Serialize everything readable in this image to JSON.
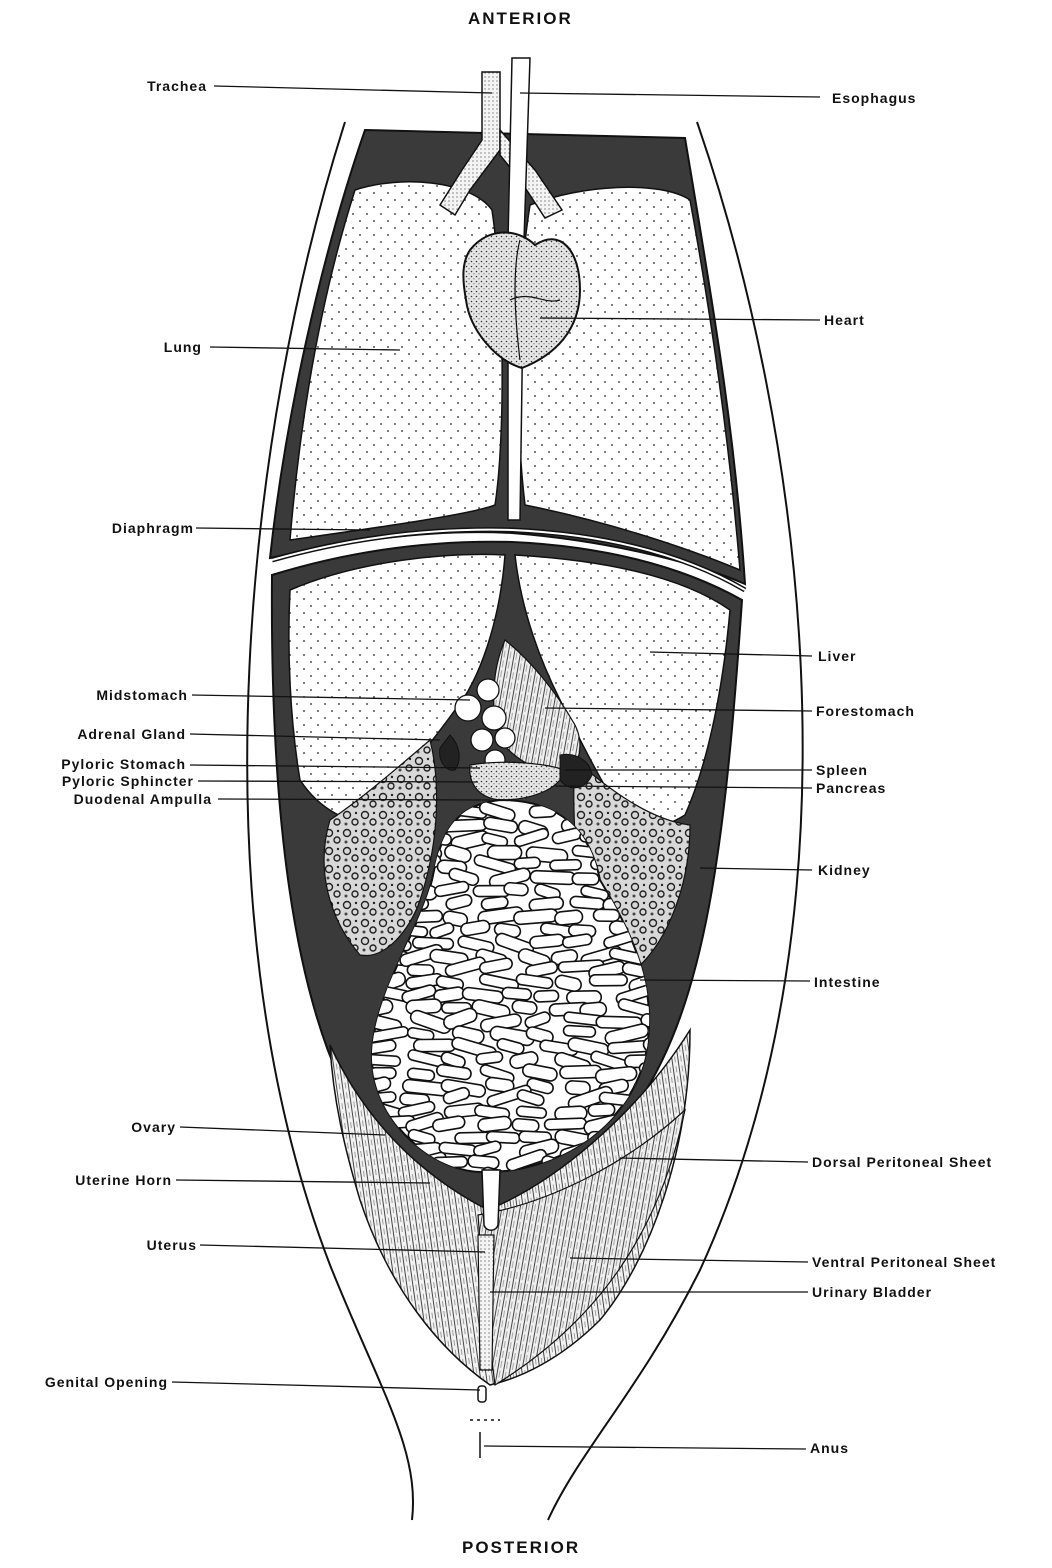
{
  "orientation": {
    "top": "ANTERIOR",
    "bottom": "POSTERIOR"
  },
  "labels_left": {
    "trachea": "Trachea",
    "lung": "Lung",
    "diaphragm": "Diaphragm",
    "midstomach": "Midstomach",
    "adrenal_gland": "Adrenal Gland",
    "pyloric_stomach": "Pyloric Stomach",
    "pyloric_sphincter": "Pyloric Sphincter",
    "duodenal_ampulla": "Duodenal Ampulla",
    "ovary": "Ovary",
    "uterine_horn": "Uterine Horn",
    "uterus": "Uterus",
    "genital_opening": "Genital Opening"
  },
  "labels_right": {
    "esophagus": "Esophagus",
    "heart": "Heart",
    "liver": "Liver",
    "forestomach": "Forestomach",
    "spleen": "Spleen",
    "pancreas": "Pancreas",
    "kidney": "Kidney",
    "intestine": "Intestine",
    "dorsal_peritoneal_sheet": "Dorsal Peritoneal Sheet",
    "ventral_peritoneal_sheet": "Ventral Peritoneal Sheet",
    "urinary_bladder": "Urinary Bladder",
    "anus": "Anus"
  },
  "colors": {
    "ink": "#111111",
    "cavity": "#3a3a3a",
    "organ_fill": "#ffffff",
    "kidney_fill": "#cfcfcf"
  }
}
